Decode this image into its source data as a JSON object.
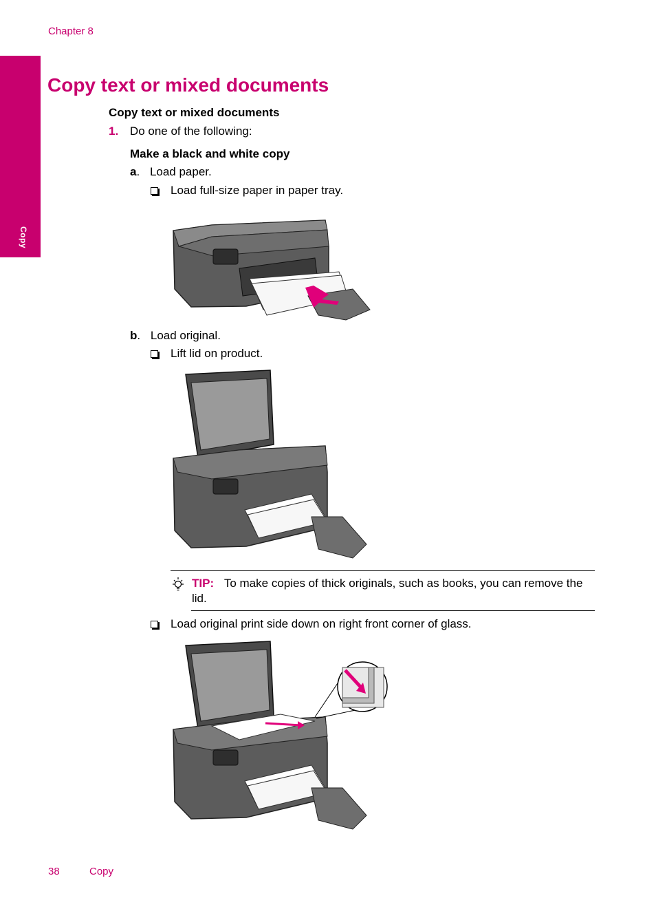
{
  "header": {
    "chapter": "Chapter 8"
  },
  "side_tab": {
    "label": "Copy",
    "color": "#c8006e"
  },
  "title": "Copy text or mixed documents",
  "section_heading": "Copy text or mixed documents",
  "step1": {
    "number": "1.",
    "text": "Do one of the following:"
  },
  "subsection": "Make a black and white copy",
  "sub_a": {
    "letter": "a",
    "text": "Load paper.",
    "bullet": "Load full-size paper in paper tray."
  },
  "sub_b": {
    "letter": "b",
    "text": "Load original.",
    "bullet1": "Lift lid on product.",
    "bullet2": "Load original print side down on right front corner of glass."
  },
  "tip": {
    "label": "TIP:",
    "text": "To make copies of thick originals, such as books, you can remove the lid."
  },
  "footer": {
    "page_number": "38",
    "section": "Copy"
  },
  "illustrations": [
    "printer-load-paper-illustration",
    "printer-lid-open-illustration",
    "printer-load-original-illustration"
  ]
}
